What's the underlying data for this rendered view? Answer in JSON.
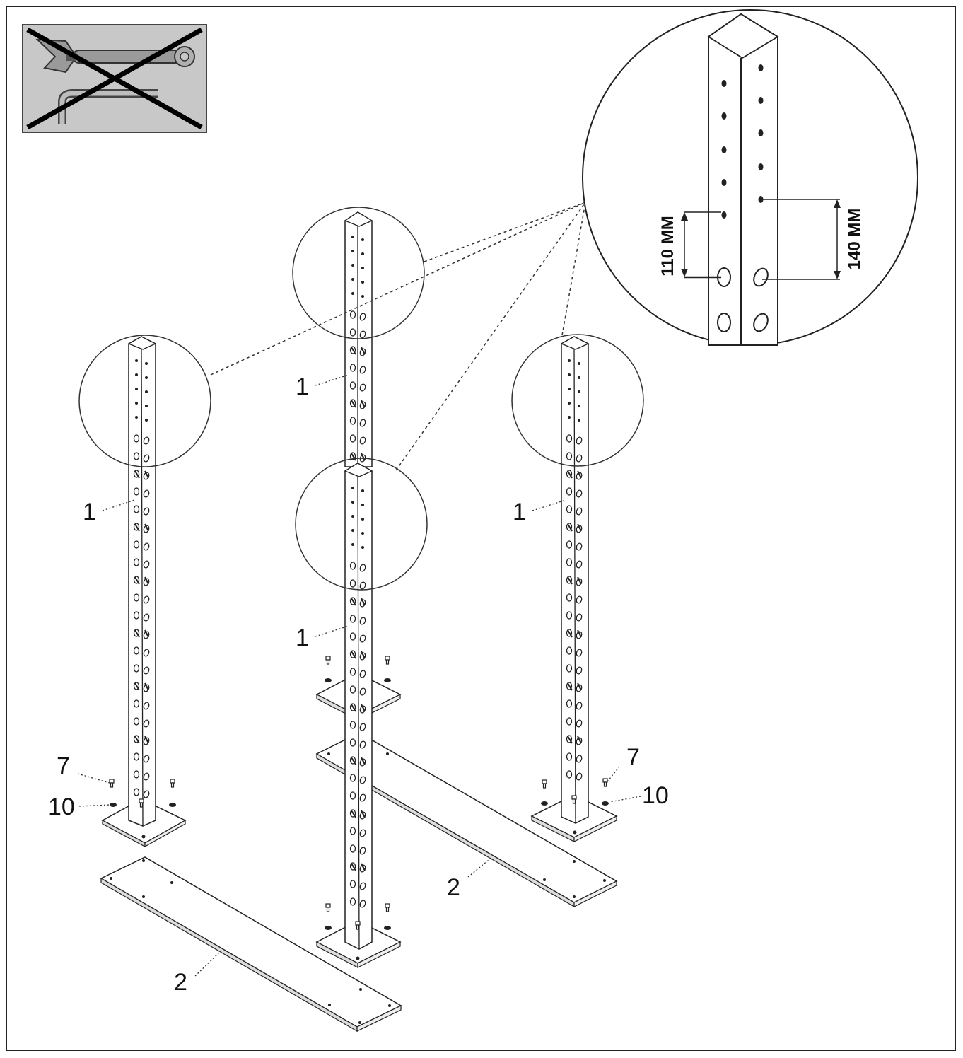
{
  "icons": {
    "no_tools": "no-tools-icon",
    "wrench": "wrench-icon",
    "allen_key": "allen-key-icon"
  },
  "callouts": {
    "upright": "1",
    "stabilizer": "2",
    "bolt": "7",
    "washer": "10"
  },
  "detail": {
    "dim_left": "110 MM",
    "dim_right": "140 MM"
  }
}
